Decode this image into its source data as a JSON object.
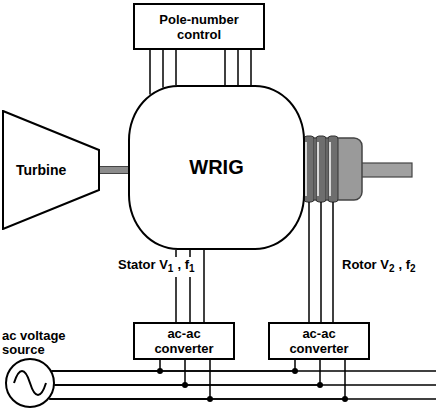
{
  "diagram": {
    "nodes": [
      {
        "text": [
          "Pole-number control"
        ]
      },
      {
        "text": [
          "Turbine"
        ]
      },
      {
        "text": [
          "WRIG"
        ]
      },
      {
        "text": [
          "ac-ac converter"
        ]
      },
      {
        "text": [
          "ac-ac converter"
        ]
      },
      {
        "text": [
          "ac voltage source"
        ]
      }
    ],
    "edges": [
      {
        "from": 0,
        "to": 2,
        "arrow": "none"
      },
      {
        "from": 0,
        "to": 2,
        "arrow": "none"
      },
      {
        "from": 0,
        "to": 2,
        "arrow": "none"
      },
      {
        "from": 0,
        "to": 2,
        "arrow": "none"
      },
      {
        "from": 0,
        "to": 2,
        "arrow": "none"
      },
      {
        "from": 0,
        "to": 2,
        "arrow": "none"
      },
      {
        "from": 1,
        "to": 2,
        "arrow": "none"
      },
      {
        "from": 2,
        "to": 3,
        "arrow": "none"
      },
      {
        "from": 2,
        "to": 3,
        "arrow": "none"
      },
      {
        "from": 2,
        "to": 3,
        "arrow": "none"
      },
      {
        "from": 2,
        "to": 4,
        "arrow": "none"
      },
      {
        "from": 2,
        "to": 4,
        "arrow": "none"
      },
      {
        "from": 2,
        "to": 4,
        "arrow": "none"
      },
      {
        "from": 3,
        "to": 5,
        "arrow": "none"
      },
      {
        "from": 3,
        "to": 5,
        "arrow": "none"
      },
      {
        "from": 3,
        "to": 5,
        "arrow": "none"
      },
      {
        "from": 4,
        "to": 5,
        "arrow": "none"
      },
      {
        "from": 4,
        "to": 5,
        "arrow": "none"
      },
      {
        "from": 4,
        "to": 5,
        "arrow": "none"
      }
    ],
    "labels": [
      "Stator V",
      "1",
      ", f",
      "1",
      "Rotor V",
      "2",
      ", f",
      "2"
    ]
  }
}
